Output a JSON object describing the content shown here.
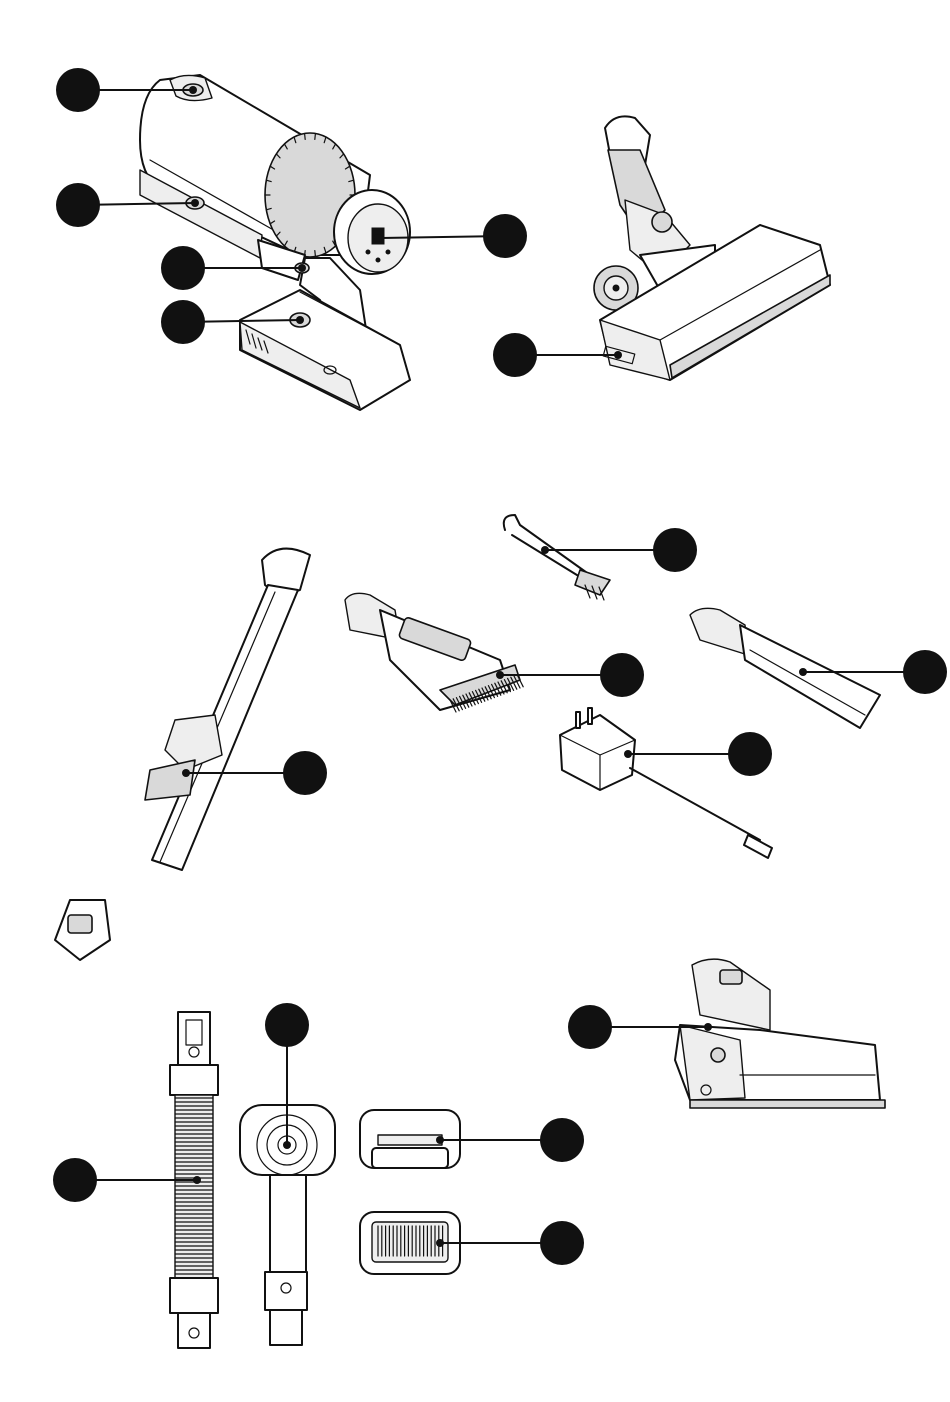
{
  "figure": {
    "background": "#ffffff",
    "ink": "#111111",
    "callout_color": "#111111"
  },
  "parts": [
    {
      "id": "main-unit",
      "callouts": 4
    },
    {
      "id": "floor-brush-head",
      "callouts": 1
    },
    {
      "id": "extension-tube",
      "callouts": 1
    },
    {
      "id": "cleaning-tool",
      "callouts": 1
    },
    {
      "id": "two-in-one-brush",
      "callouts": 1
    },
    {
      "id": "crevice-tool",
      "callouts": 1
    },
    {
      "id": "charger-adapter",
      "callouts": 1
    },
    {
      "id": "mini-motorized-brush",
      "callouts": 1
    },
    {
      "id": "flexible-hose",
      "callouts": 1
    },
    {
      "id": "wall-mount",
      "callouts": 1
    },
    {
      "id": "filter-cap-front",
      "callouts": 1
    },
    {
      "id": "filter-cap-back",
      "callouts": 1
    }
  ]
}
